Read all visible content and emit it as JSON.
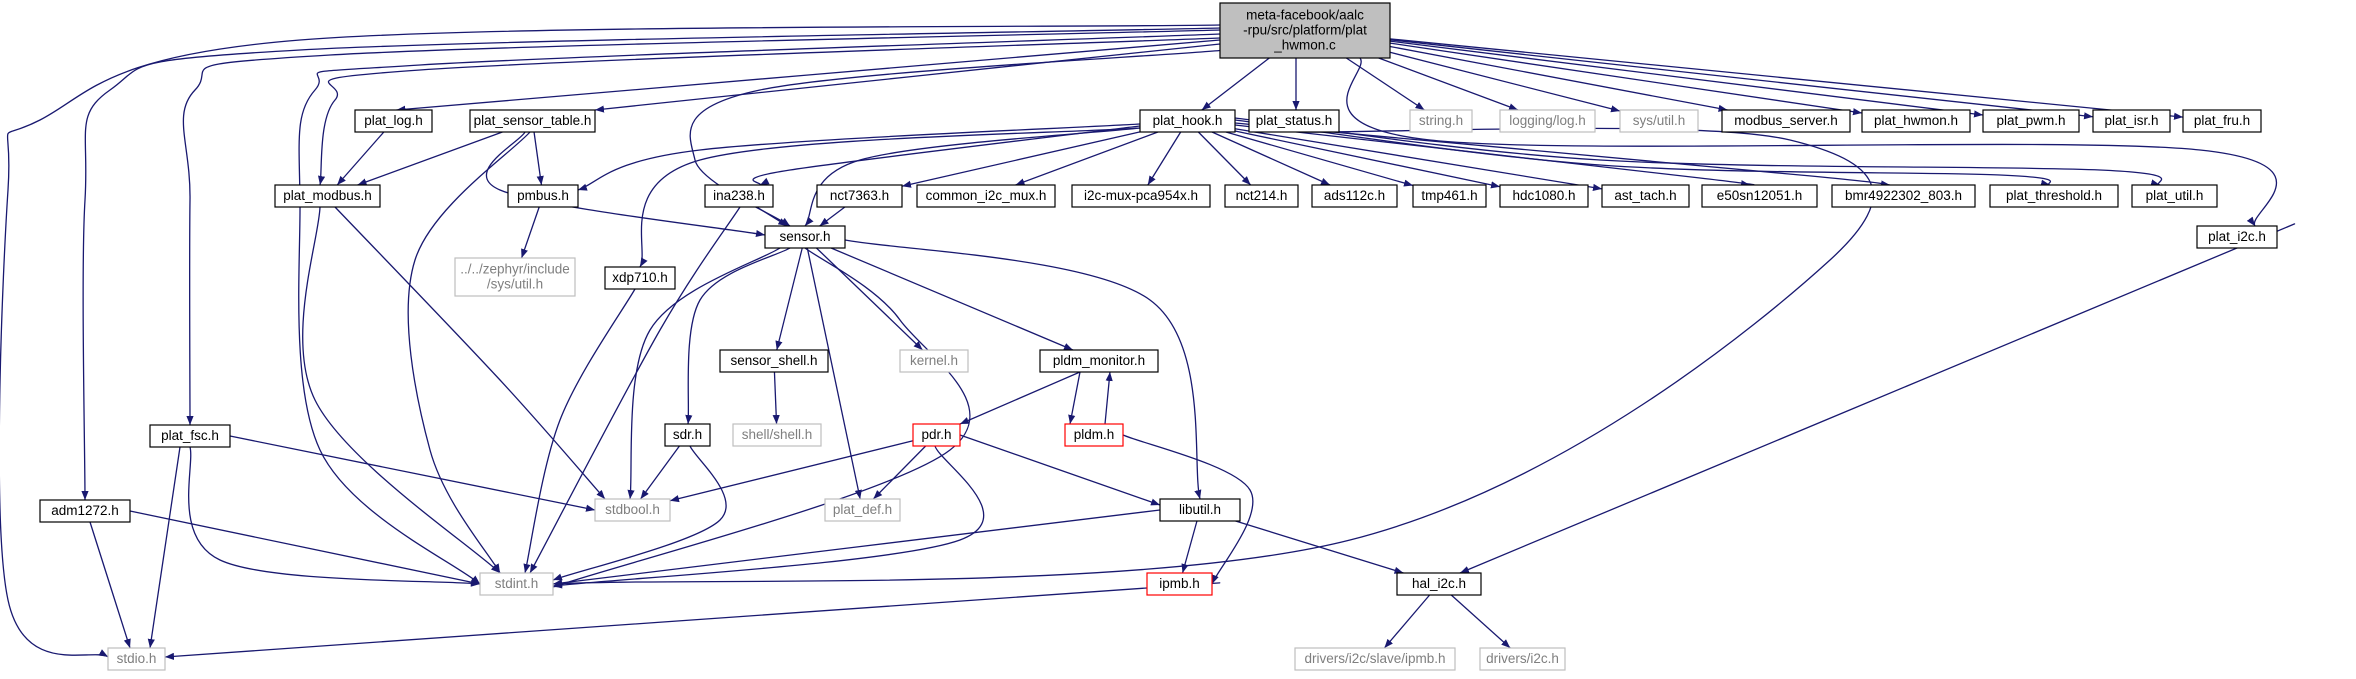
{
  "colors": {
    "edge": "#191970",
    "node_border": "#000000",
    "root_fill": "#bfbfbf",
    "external_border": "#bfbfbf",
    "external_text": "#7f7f7f",
    "incomplete_border": "#ff0000",
    "text": "#000000"
  },
  "nodes": [
    {
      "id": "root",
      "label": "meta-facebook/aalc-rpu/src/platform/plat_hwmon.c",
      "lines": [
        "meta-facebook/aalc",
        "-rpu/src/platform/plat",
        "_hwmon.c"
      ],
      "kind": "root"
    },
    {
      "id": "stdio",
      "label": "stdio.h",
      "kind": "external"
    },
    {
      "id": "adm1272",
      "label": "adm1272.h",
      "kind": "normal"
    },
    {
      "id": "plat_fsc",
      "label": "plat_fsc.h",
      "kind": "normal"
    },
    {
      "id": "stdint",
      "label": "stdint.h",
      "kind": "external"
    },
    {
      "id": "stdbool",
      "label": "stdbool.h",
      "kind": "external"
    },
    {
      "id": "plat_log",
      "label": "plat_log.h",
      "kind": "normal"
    },
    {
      "id": "plat_modbus",
      "label": "plat_modbus.h",
      "kind": "normal"
    },
    {
      "id": "plat_sensor_table",
      "label": "plat_sensor_table.h",
      "kind": "normal"
    },
    {
      "id": "pmbus",
      "label": "pmbus.h",
      "kind": "normal"
    },
    {
      "id": "zephyr_util",
      "label": "../../zephyr/include/sys/util.h",
      "lines": [
        "../../zephyr/include",
        "/sys/util.h"
      ],
      "kind": "external"
    },
    {
      "id": "sensor",
      "label": "sensor.h",
      "kind": "normal"
    },
    {
      "id": "plat_hook",
      "label": "plat_hook.h",
      "kind": "normal"
    },
    {
      "id": "xdp710",
      "label": "xdp710.h",
      "kind": "normal"
    },
    {
      "id": "ina238",
      "label": "ina238.h",
      "kind": "normal"
    },
    {
      "id": "nct7363",
      "label": "nct7363.h",
      "kind": "normal"
    },
    {
      "id": "common_i2c_mux",
      "label": "common_i2c_mux.h",
      "kind": "normal"
    },
    {
      "id": "i2c_mux_pca954x",
      "label": "i2c-mux-pca954x.h",
      "kind": "normal"
    },
    {
      "id": "nct214",
      "label": "nct214.h",
      "kind": "normal"
    },
    {
      "id": "ads112c",
      "label": "ads112c.h",
      "kind": "normal"
    },
    {
      "id": "tmp461",
      "label": "tmp461.h",
      "kind": "normal"
    },
    {
      "id": "hdc1080",
      "label": "hdc1080.h",
      "kind": "normal"
    },
    {
      "id": "ast_tach",
      "label": "ast_tach.h",
      "kind": "normal"
    },
    {
      "id": "e50sn12051",
      "label": "e50sn12051.h",
      "kind": "normal"
    },
    {
      "id": "bmr4922302",
      "label": "bmr4922302_803.h",
      "kind": "normal"
    },
    {
      "id": "plat_threshold",
      "label": "plat_threshold.h",
      "kind": "normal"
    },
    {
      "id": "plat_util",
      "label": "plat_util.h",
      "kind": "normal"
    },
    {
      "id": "plat_status",
      "label": "plat_status.h",
      "kind": "normal"
    },
    {
      "id": "string",
      "label": "string.h",
      "kind": "external"
    },
    {
      "id": "logging",
      "label": "logging/log.h",
      "kind": "external"
    },
    {
      "id": "sys_util",
      "label": "sys/util.h",
      "kind": "external"
    },
    {
      "id": "modbus_server",
      "label": "modbus_server.h",
      "kind": "normal"
    },
    {
      "id": "plat_hwmon",
      "label": "plat_hwmon.h",
      "kind": "normal"
    },
    {
      "id": "plat_pwm",
      "label": "plat_pwm.h",
      "kind": "normal"
    },
    {
      "id": "plat_isr",
      "label": "plat_isr.h",
      "kind": "normal"
    },
    {
      "id": "plat_fru",
      "label": "plat_fru.h",
      "kind": "normal"
    },
    {
      "id": "plat_i2c",
      "label": "plat_i2c.h",
      "kind": "normal"
    },
    {
      "id": "sensor_shell",
      "label": "sensor_shell.h",
      "kind": "normal"
    },
    {
      "id": "kernel",
      "label": "kernel.h",
      "kind": "external"
    },
    {
      "id": "pldm_monitor",
      "label": "pldm_monitor.h",
      "kind": "normal"
    },
    {
      "id": "shell",
      "label": "shell/shell.h",
      "kind": "external"
    },
    {
      "id": "sdr",
      "label": "sdr.h",
      "kind": "normal"
    },
    {
      "id": "pdr",
      "label": "pdr.h",
      "kind": "incomplete"
    },
    {
      "id": "pldm",
      "label": "pldm.h",
      "kind": "incomplete"
    },
    {
      "id": "plat_def",
      "label": "plat_def.h",
      "kind": "external"
    },
    {
      "id": "libutil",
      "label": "libutil.h",
      "kind": "normal"
    },
    {
      "id": "ipmb",
      "label": "ipmb.h",
      "kind": "incomplete"
    },
    {
      "id": "hal_i2c",
      "label": "hal_i2c.h",
      "kind": "normal"
    },
    {
      "id": "drv_slave_ipmb",
      "label": "drivers/i2c/slave/ipmb.h",
      "kind": "external"
    },
    {
      "id": "drv_i2c",
      "label": "drivers/i2c.h",
      "kind": "external"
    }
  ],
  "edges": [
    [
      "root",
      "stdio"
    ],
    [
      "root",
      "adm1272"
    ],
    [
      "root",
      "plat_fsc"
    ],
    [
      "root",
      "stdint"
    ],
    [
      "root",
      "plat_modbus"
    ],
    [
      "root",
      "plat_log"
    ],
    [
      "root",
      "plat_sensor_table"
    ],
    [
      "root",
      "sensor"
    ],
    [
      "root",
      "plat_hook"
    ],
    [
      "root",
      "plat_status"
    ],
    [
      "root",
      "string"
    ],
    [
      "root",
      "logging"
    ],
    [
      "root",
      "sys_util"
    ],
    [
      "root",
      "modbus_server"
    ],
    [
      "root",
      "plat_hwmon"
    ],
    [
      "root",
      "plat_pwm"
    ],
    [
      "root",
      "plat_isr"
    ],
    [
      "root",
      "plat_fru"
    ],
    [
      "root",
      "plat_i2c"
    ],
    [
      "plat_log",
      "plat_modbus"
    ],
    [
      "plat_sensor_table",
      "plat_modbus"
    ],
    [
      "plat_sensor_table",
      "pmbus"
    ],
    [
      "plat_sensor_table",
      "sensor"
    ],
    [
      "plat_sensor_table",
      "stdint"
    ],
    [
      "plat_modbus",
      "stdint"
    ],
    [
      "plat_modbus",
      "stdbool"
    ],
    [
      "pmbus",
      "zephyr_util"
    ],
    [
      "plat_hook",
      "pmbus"
    ],
    [
      "plat_hook",
      "xdp710"
    ],
    [
      "plat_hook",
      "ina238"
    ],
    [
      "plat_hook",
      "sensor"
    ],
    [
      "plat_hook",
      "nct7363"
    ],
    [
      "plat_hook",
      "common_i2c_mux"
    ],
    [
      "plat_hook",
      "i2c_mux_pca954x"
    ],
    [
      "plat_hook",
      "nct214"
    ],
    [
      "plat_hook",
      "ads112c"
    ],
    [
      "plat_hook",
      "tmp461"
    ],
    [
      "plat_hook",
      "hdc1080"
    ],
    [
      "plat_hook",
      "ast_tach"
    ],
    [
      "plat_hook",
      "e50sn12051"
    ],
    [
      "plat_hook",
      "bmr4922302"
    ],
    [
      "plat_hook",
      "plat_threshold"
    ],
    [
      "plat_hook",
      "plat_util"
    ],
    [
      "plat_status",
      "stdint"
    ],
    [
      "ina238",
      "sensor"
    ],
    [
      "ina238",
      "stdint"
    ],
    [
      "nct7363",
      "sensor"
    ],
    [
      "xdp710",
      "stdint"
    ],
    [
      "sensor",
      "stdbool"
    ],
    [
      "sensor",
      "stdint"
    ],
    [
      "sensor",
      "sdr"
    ],
    [
      "sensor",
      "sensor_shell"
    ],
    [
      "sensor",
      "plat_def"
    ],
    [
      "sensor",
      "kernel"
    ],
    [
      "sensor",
      "pldm_monitor"
    ],
    [
      "sensor",
      "libutil"
    ],
    [
      "sensor_shell",
      "shell"
    ],
    [
      "pldm_monitor",
      "pdr"
    ],
    [
      "pldm_monitor",
      "pldm"
    ],
    [
      "pldm",
      "pldm_monitor"
    ],
    [
      "pldm",
      "ipmb"
    ],
    [
      "sdr",
      "stdbool"
    ],
    [
      "sdr",
      "stdint"
    ],
    [
      "pdr",
      "stdbool"
    ],
    [
      "pdr",
      "plat_def"
    ],
    [
      "pdr",
      "stdint"
    ],
    [
      "pdr",
      "libutil"
    ],
    [
      "plat_fsc",
      "stdbool"
    ],
    [
      "plat_fsc",
      "stdint"
    ],
    [
      "plat_fsc",
      "stdio"
    ],
    [
      "adm1272",
      "stdint"
    ],
    [
      "adm1272",
      "stdio"
    ],
    [
      "libutil",
      "stdint"
    ],
    [
      "libutil",
      "ipmb"
    ],
    [
      "libutil",
      "hal_i2c"
    ],
    [
      "ipmb",
      "stdio"
    ],
    [
      "plat_i2c",
      "hal_i2c"
    ],
    [
      "hal_i2c",
      "drv_slave_ipmb"
    ],
    [
      "hal_i2c",
      "drv_i2c"
    ]
  ]
}
